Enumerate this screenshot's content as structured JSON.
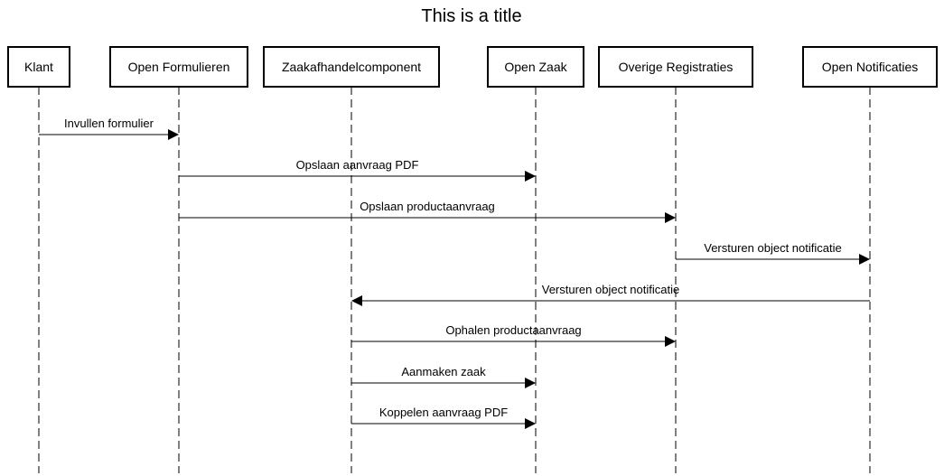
{
  "diagram": {
    "title": "This is a title",
    "actors": [
      {
        "id": "klant",
        "label": "Klant"
      },
      {
        "id": "open-formulieren",
        "label": "Open Formulieren"
      },
      {
        "id": "zaakafhandelcomponent",
        "label": "Zaakafhandelcomponent"
      },
      {
        "id": "open-zaak",
        "label": "Open Zaak"
      },
      {
        "id": "overige-registraties",
        "label": "Overige Registraties"
      },
      {
        "id": "open-notificaties",
        "label": "Open Notificaties"
      }
    ],
    "messages": [
      {
        "from": 0,
        "to": 1,
        "label": "Invullen formulier"
      },
      {
        "from": 1,
        "to": 3,
        "label": "Opslaan aanvraag PDF"
      },
      {
        "from": 1,
        "to": 4,
        "label": "Opslaan productaanvraag"
      },
      {
        "from": 4,
        "to": 5,
        "label": "Versturen object notificatie"
      },
      {
        "from": 5,
        "to": 2,
        "label": "Versturen object notificatie"
      },
      {
        "from": 2,
        "to": 4,
        "label": "Ophalen productaanvraag"
      },
      {
        "from": 2,
        "to": 3,
        "label": "Aanmaken zaak"
      },
      {
        "from": 2,
        "to": 3,
        "label": "Koppelen aanvraag PDF"
      }
    ]
  }
}
